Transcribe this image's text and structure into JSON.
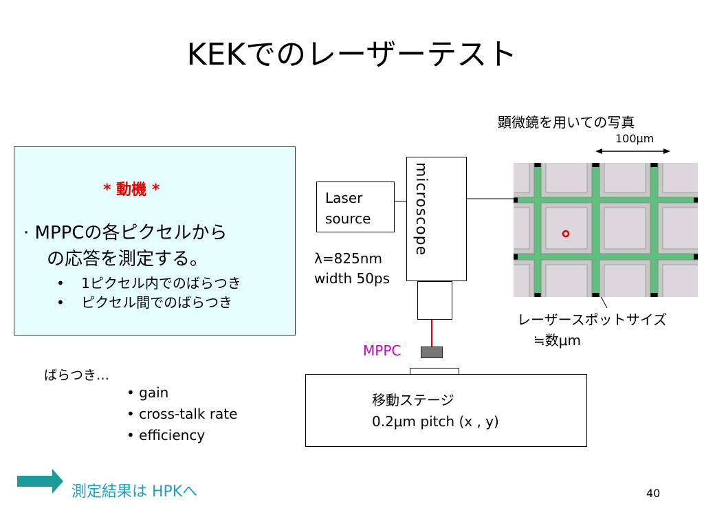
{
  "slide": {
    "title": "KEKでのレーザーテスト",
    "page_number": "40"
  },
  "motivation": {
    "heading": "* 動機 *",
    "main_prefix": "·",
    "main_text": "MPPCの各ピクセルから",
    "main_text_2": "の応答を測定する。",
    "bullets": [
      "1ピクセル内でのばらつき",
      "ピクセル間でのばらつき"
    ],
    "bullet_symbol": "•"
  },
  "variation": {
    "intro": "ばらつき…",
    "items": [
      "• gain",
      "• cross-talk rate",
      "• efficiency"
    ]
  },
  "setup": {
    "laser_line1": "Laser",
    "laser_line2": "source",
    "wavelength": "λ=825nm",
    "pulse_width": "width 50ps",
    "microscope": "microscope",
    "mppc": "MPPC",
    "stage_line1": "移動ステージ",
    "stage_line2": "0.2μm pitch (x , y)"
  },
  "photo": {
    "caption": "顕微鏡を用いての写真",
    "scale": "100μm",
    "spot_line1": "レーザースポットサイズ",
    "spot_line2": "≒数μm"
  },
  "next": {
    "text": "測定結果は HPKへ"
  },
  "colors": {
    "heading_red": "#e00000",
    "mppc_magenta": "#cc00cc",
    "arrow_teal": "#1e9a9a",
    "next_text": "#1e9fbf",
    "box_fill": "#e6fdfd",
    "laser_red": "#e00000",
    "pixel_green": "#5fbf7f"
  }
}
